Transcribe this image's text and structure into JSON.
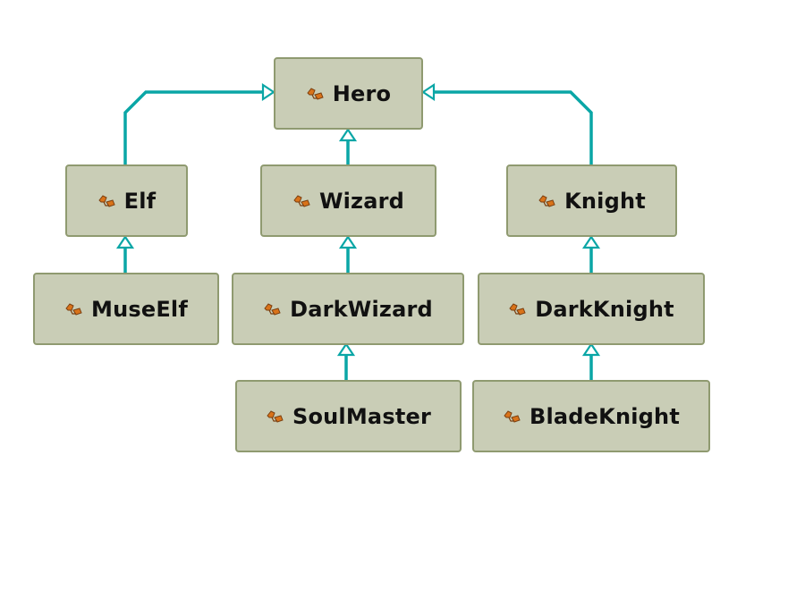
{
  "diagram": {
    "classes": {
      "hero": {
        "name": "Hero",
        "icon": "class-icon"
      },
      "elf": {
        "name": "Elf",
        "icon": "class-icon"
      },
      "wizard": {
        "name": "Wizard",
        "icon": "class-icon"
      },
      "knight": {
        "name": "Knight",
        "icon": "class-icon"
      },
      "muse_elf": {
        "name": "MuseElf",
        "icon": "class-icon"
      },
      "dark_wizard": {
        "name": "DarkWizard",
        "icon": "class-icon"
      },
      "dark_knight": {
        "name": "DarkKnight",
        "icon": "class-icon"
      },
      "soul_master": {
        "name": "SoulMaster",
        "icon": "class-icon"
      },
      "blade_knight": {
        "name": "BladeKnight",
        "icon": "class-icon"
      }
    },
    "inheritance": [
      {
        "child": "Elf",
        "parent": "Hero"
      },
      {
        "child": "Wizard",
        "parent": "Hero"
      },
      {
        "child": "Knight",
        "parent": "Hero"
      },
      {
        "child": "MuseElf",
        "parent": "Elf"
      },
      {
        "child": "DarkWizard",
        "parent": "Wizard"
      },
      {
        "child": "DarkKnight",
        "parent": "Knight"
      },
      {
        "child": "SoulMaster",
        "parent": "DarkWizard"
      },
      {
        "child": "BladeKnight",
        "parent": "DarkKnight"
      }
    ],
    "colors": {
      "box_fill": "#c9cdb6",
      "box_border": "#8f9a70",
      "connector": "#0aa6a6",
      "icon_orange": "#d9731a",
      "icon_stroke": "#7a3f10"
    }
  }
}
